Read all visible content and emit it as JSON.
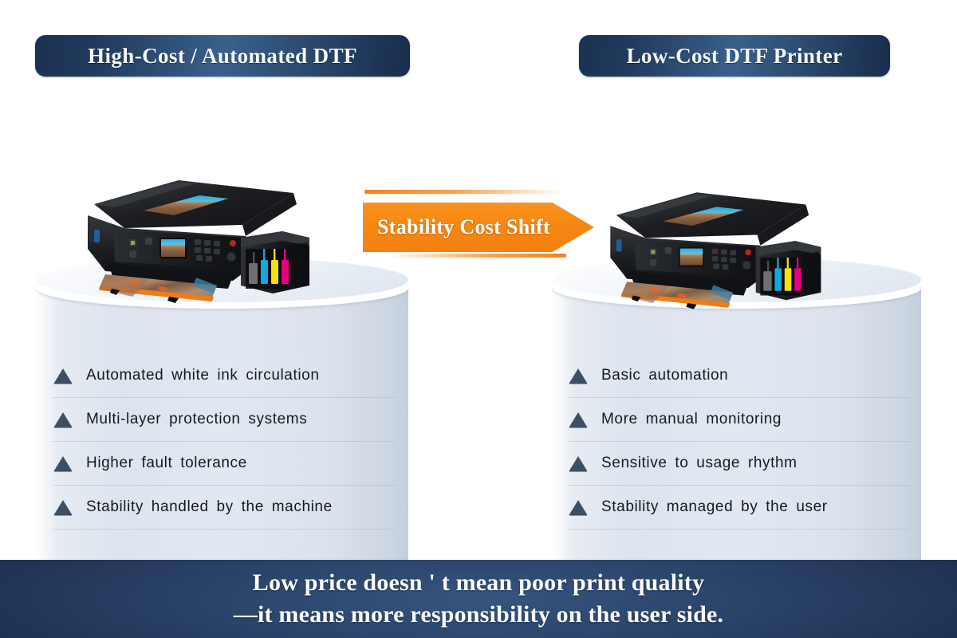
{
  "columns": {
    "left": {
      "badge_label": "High-Cost / Automated DTF",
      "features": [
        "Automated white ink circulation",
        "Multi-layer protection systems",
        "Higher fault tolerance",
        "Stability handled by the machine"
      ]
    },
    "right": {
      "badge_label": "Low-Cost DTF Printer",
      "features": [
        "Basic automation",
        "More manual monitoring",
        "Sensitive to usage rhythm",
        "Stability managed by the user"
      ]
    }
  },
  "arrow": {
    "label": "Stability Cost Shift"
  },
  "footer": {
    "line1": "Low price doesn ' t mean poor print quality",
    "line2": "—it means more responsibility on the user side."
  },
  "icons": {
    "bullet": "triangle-bullet-icon",
    "printer": "inkjet-printer-photo"
  },
  "colors": {
    "badge_navy": "#1b3150",
    "badge_navy_light": "#39608c",
    "accent_orange": "#f58220",
    "footer_navy": "#1e3352",
    "pedestal_grey": "#dde4ee",
    "bullet_slate": "#3d4f63",
    "ink_cyan": "#11a8e0",
    "ink_magenta": "#e6007e",
    "ink_yellow": "#f5e400",
    "ink_black": "#6d6f72"
  }
}
